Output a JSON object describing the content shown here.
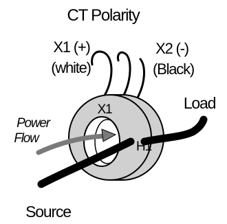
{
  "title": "CT Polarity",
  "labels": {
    "x1_terminal": "X1 (+)",
    "x1_color": "(white)",
    "x2_terminal": "X2 (-)",
    "x2_color": "(Black)",
    "load": "Load",
    "source": "Source",
    "power_flow_line1": "Power",
    "power_flow_line2": "Flow",
    "core_x1": "X1",
    "core_h1": "H1"
  },
  "colors": {
    "line": "#000000",
    "ring_fill": "#d0d0d0",
    "arrow": "#7a7a7a",
    "background": "#ffffff"
  }
}
